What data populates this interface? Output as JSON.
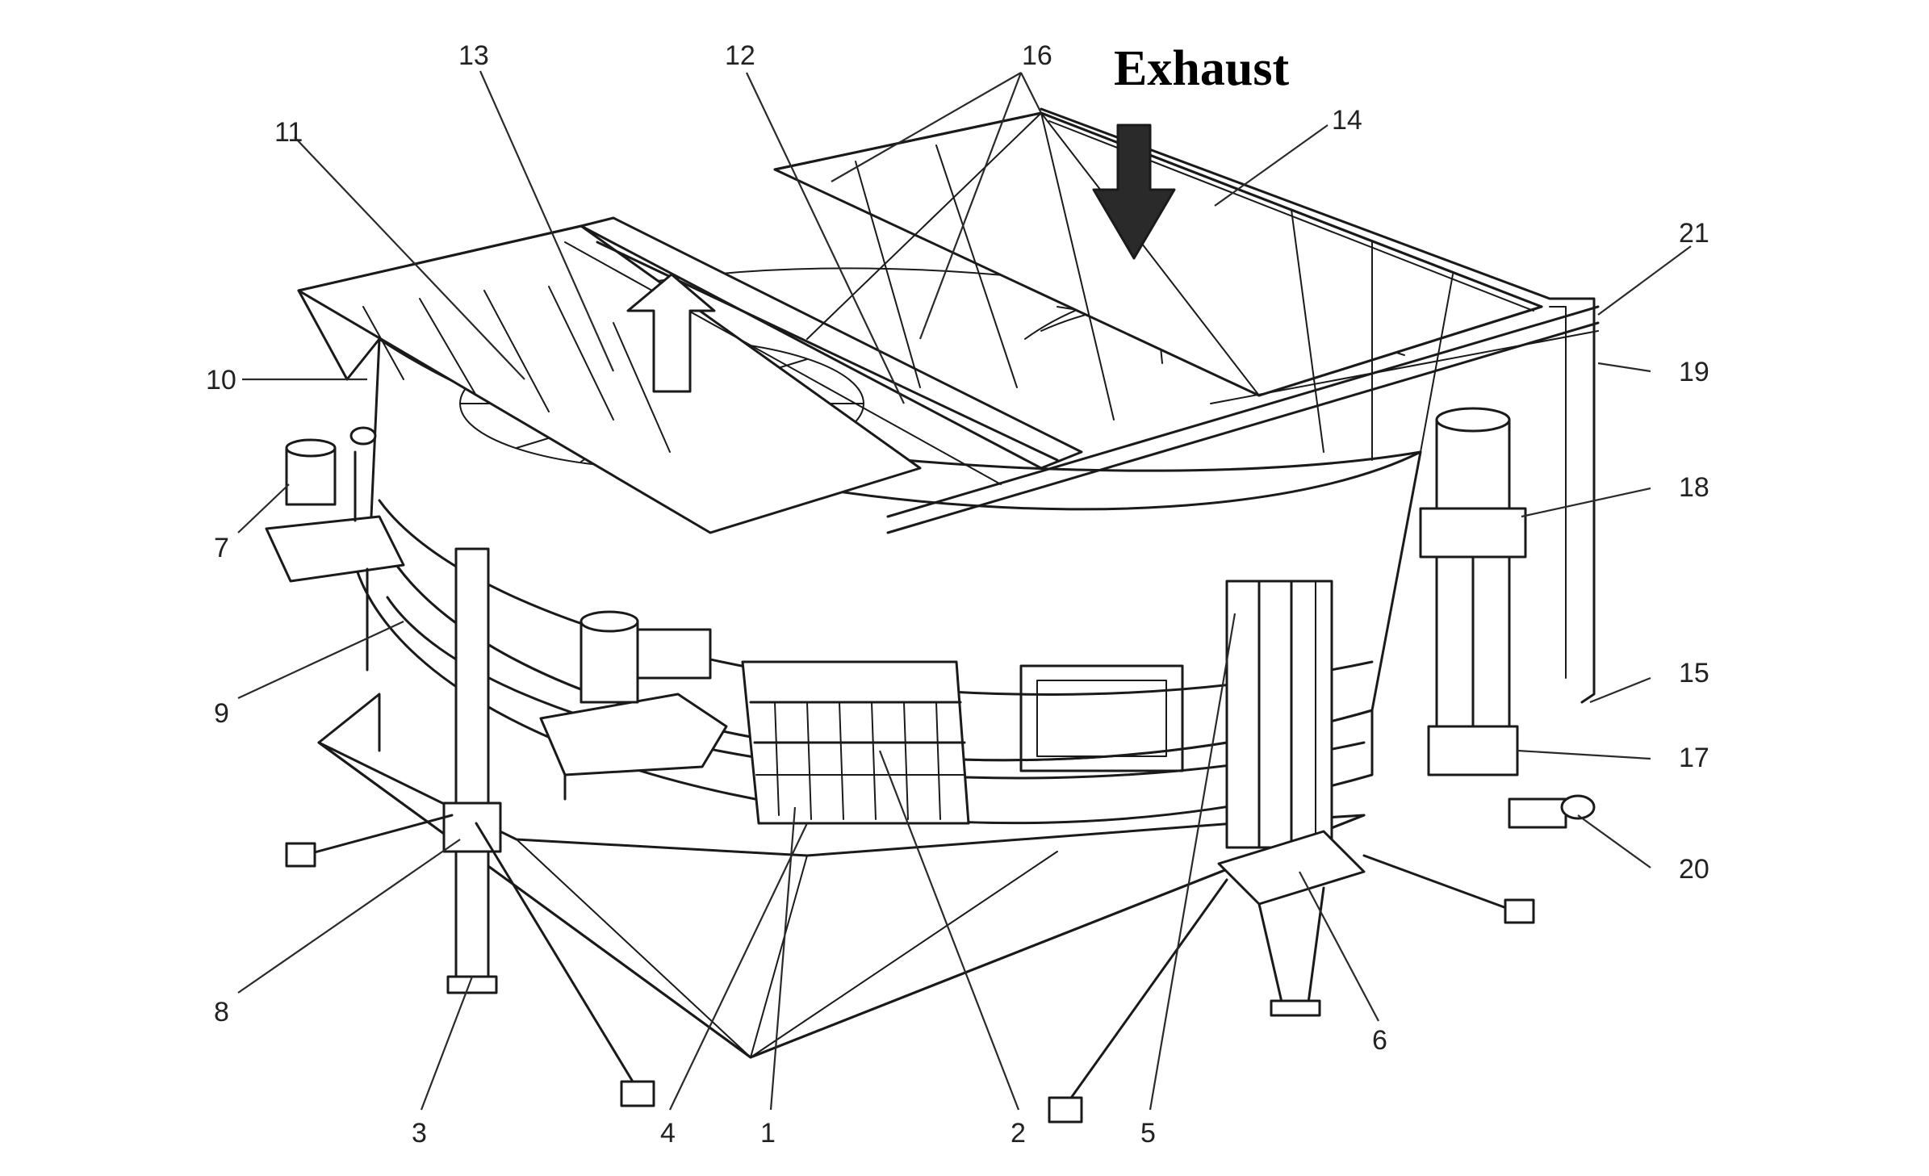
{
  "title": "Exhaust",
  "callouts": [
    {
      "id": "1",
      "label": "1"
    },
    {
      "id": "2",
      "label": "2"
    },
    {
      "id": "3",
      "label": "3"
    },
    {
      "id": "4",
      "label": "4"
    },
    {
      "id": "5",
      "label": "5"
    },
    {
      "id": "6",
      "label": "6"
    },
    {
      "id": "7",
      "label": "7"
    },
    {
      "id": "8",
      "label": "8"
    },
    {
      "id": "9",
      "label": "9"
    },
    {
      "id": "10",
      "label": "10"
    },
    {
      "id": "11",
      "label": "11"
    },
    {
      "id": "12",
      "label": "12"
    },
    {
      "id": "13",
      "label": "13"
    },
    {
      "id": "14",
      "label": "14"
    },
    {
      "id": "15",
      "label": "15"
    },
    {
      "id": "16",
      "label": "16"
    },
    {
      "id": "17",
      "label": "17"
    },
    {
      "id": "18",
      "label": "18"
    },
    {
      "id": "19",
      "label": "19"
    },
    {
      "id": "20",
      "label": "20"
    },
    {
      "id": "21",
      "label": "21"
    }
  ],
  "colors": {
    "line": "#1a1a1a",
    "background": "#ffffff"
  }
}
